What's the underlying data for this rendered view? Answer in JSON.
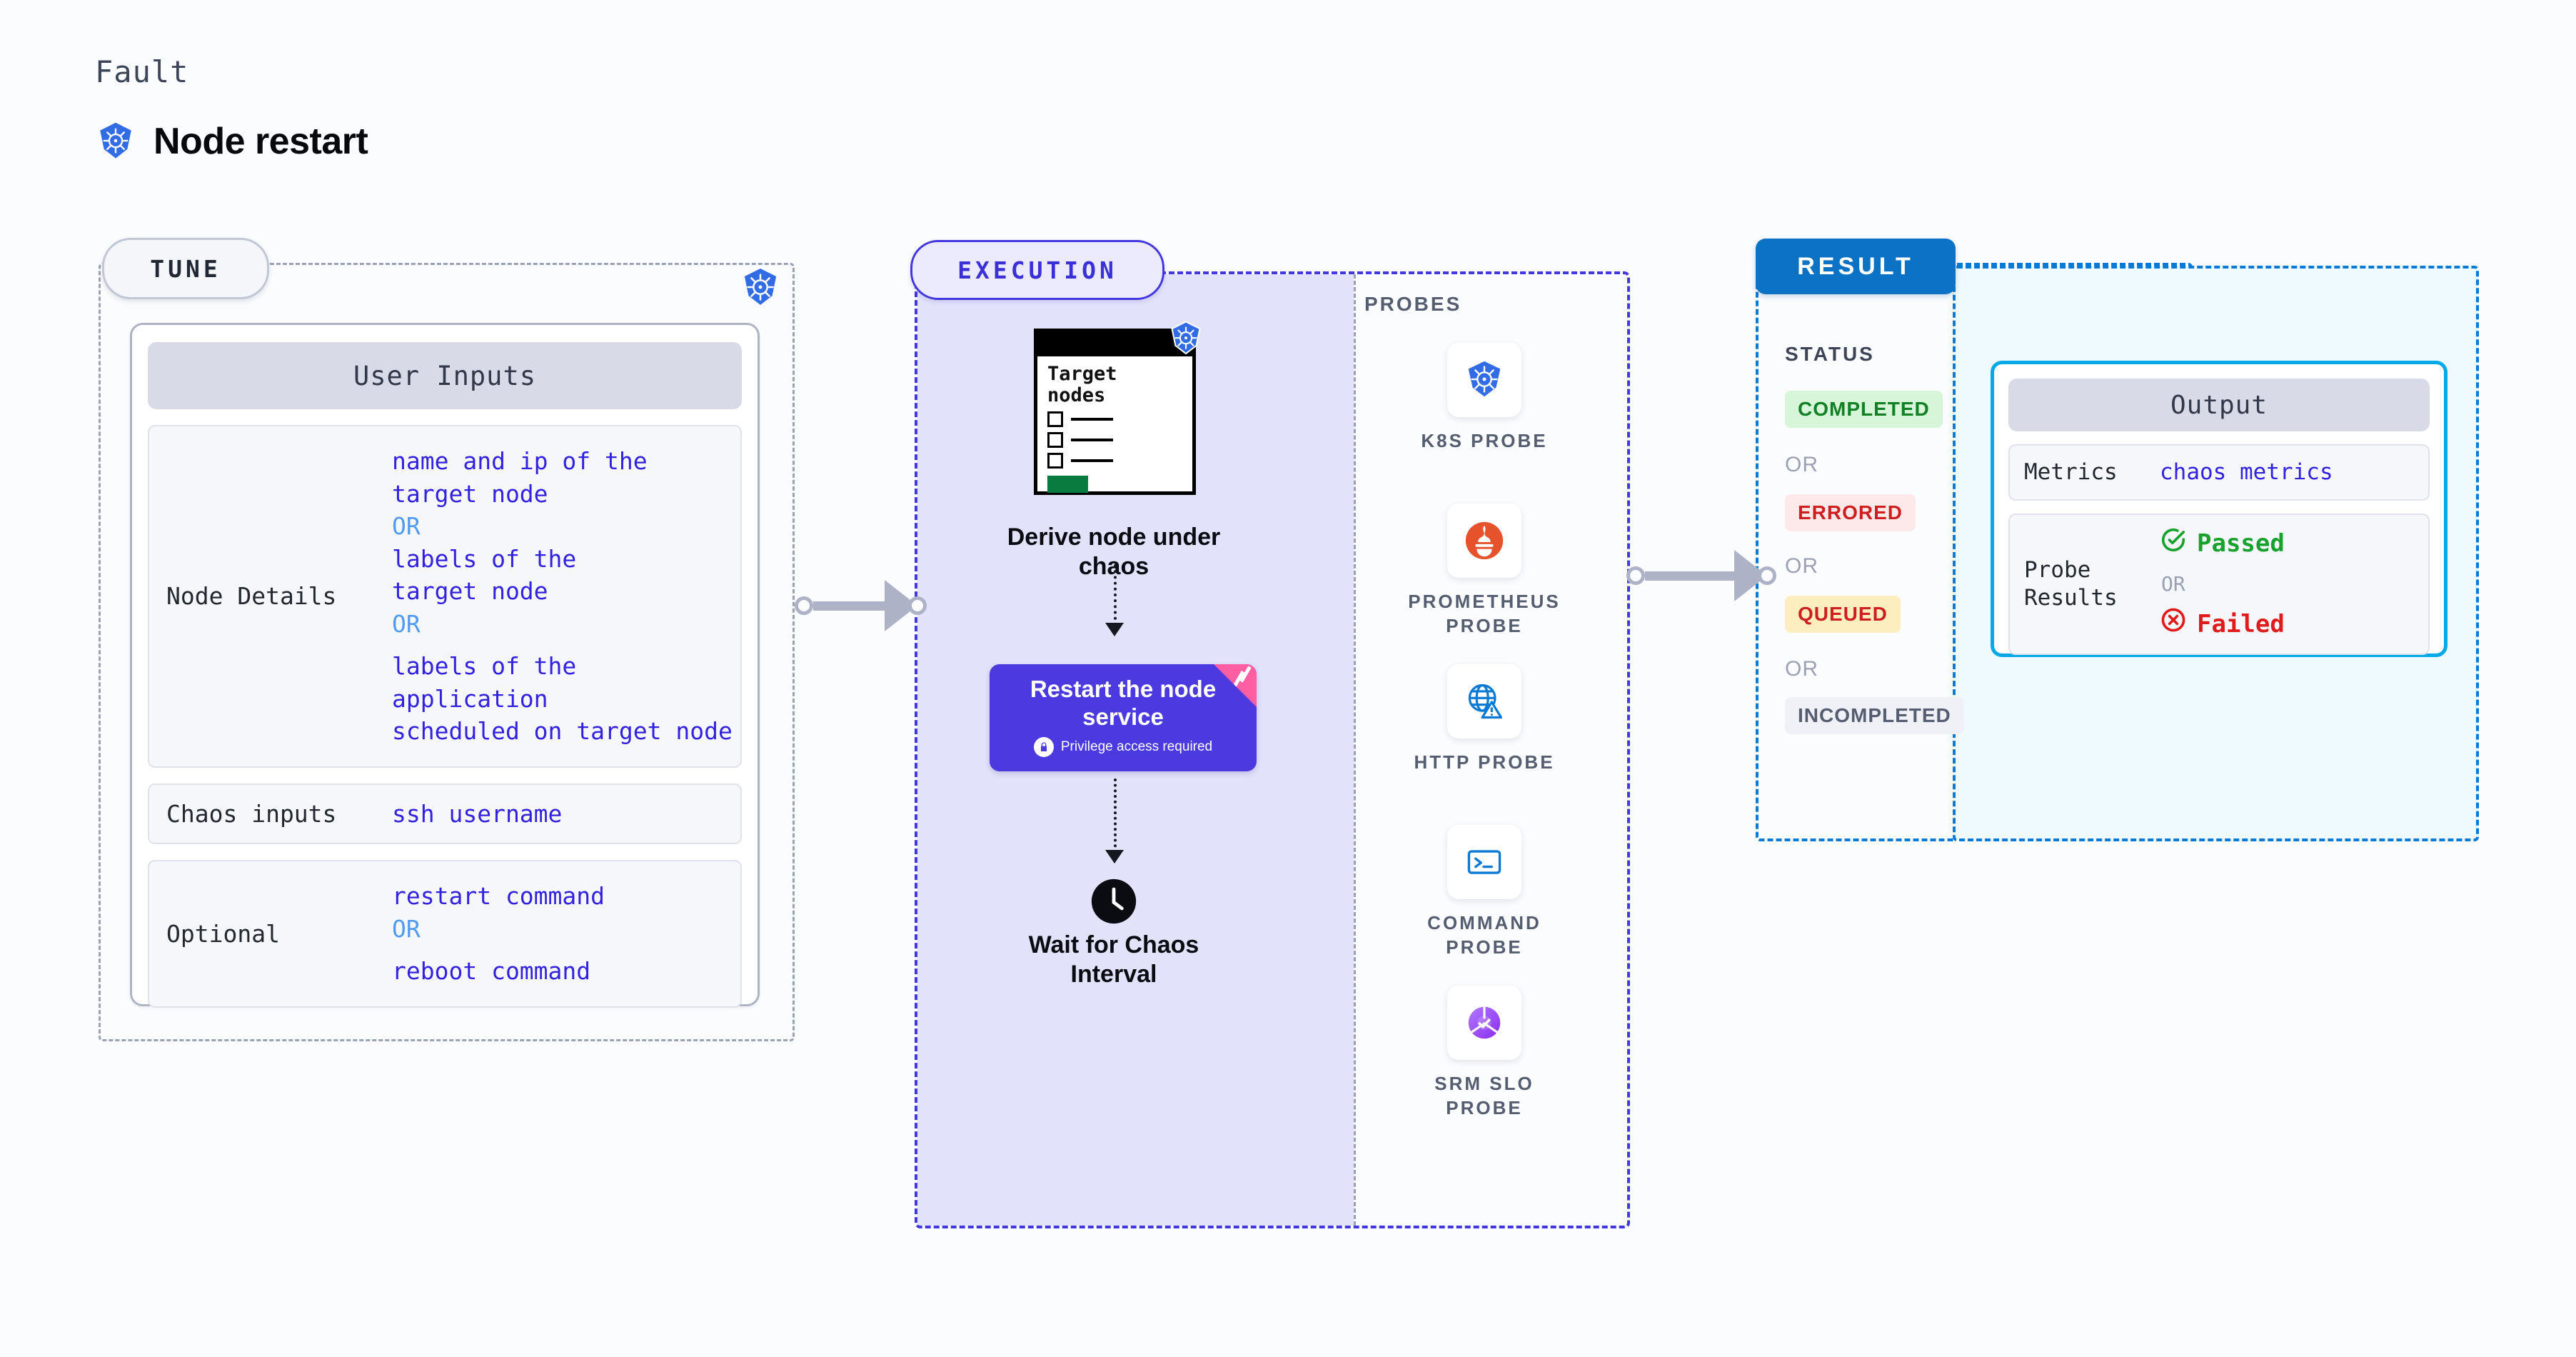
{
  "header": {
    "eyebrow": "Fault",
    "title": "Node restart",
    "icon": "kubernetes-icon"
  },
  "colors": {
    "kubernetes_blue": "#326ce5",
    "execution_purple": "#4338dd",
    "execution_fill": "#e3e2fb",
    "result_blue": "#0b72c4",
    "output_cyan": "#05a9e8",
    "value_blue": "#3322dd",
    "or_blue": "#4f9bf0",
    "passed_green": "#17a12d",
    "failed_red": "#e01b1b"
  },
  "tune": {
    "badge": "TUNE",
    "corner_icon": "kubernetes-icon",
    "card_title": "User Inputs",
    "rows": [
      {
        "key": "Node Details",
        "values": [
          {
            "text": "name and ip of the\ntarget node",
            "type": "value"
          },
          {
            "text": "OR",
            "type": "or"
          },
          {
            "text": "labels of the\ntarget node",
            "type": "value"
          },
          {
            "text": "OR",
            "type": "or"
          },
          {
            "text": "labels of the application\n scheduled on target node",
            "type": "value"
          }
        ]
      },
      {
        "key": "Chaos inputs",
        "values": [
          {
            "text": "ssh username",
            "type": "value"
          }
        ]
      },
      {
        "key": "Optional",
        "values": [
          {
            "text": "restart command",
            "type": "value"
          },
          {
            "text": "OR",
            "type": "or"
          },
          {
            "text": "reboot command",
            "type": "value"
          }
        ]
      }
    ]
  },
  "execution": {
    "badge": "EXECUTION",
    "target_window": {
      "title": "Target\nnodes",
      "icon": "kubernetes-icon",
      "checkbox_rows": 3
    },
    "steps": [
      {
        "caption": "Derive node under\nchaos"
      },
      {
        "caption": "Restart the node\nservice",
        "sub_label": "Privilege access required",
        "sub_icon": "lock-icon",
        "ribbon": "corner-ribbon"
      },
      {
        "caption": "Wait for Chaos\nInterval",
        "icon": "clock-icon"
      }
    ],
    "probes_label": "PROBES",
    "probes": [
      {
        "name": "K8S PROBE",
        "icon": "kubernetes-icon"
      },
      {
        "name": "PROMETHEUS PROBE",
        "icon": "prometheus-icon"
      },
      {
        "name": "HTTP PROBE",
        "icon": "http-globe-warning-icon"
      },
      {
        "name": "COMMAND PROBE",
        "icon": "terminal-icon"
      },
      {
        "name": "SRM SLO PROBE",
        "icon": "srm-slo-icon"
      }
    ]
  },
  "result": {
    "badge": "RESULT",
    "status_label": "STATUS",
    "or_label": "OR",
    "statuses": [
      {
        "label": "COMPLETED",
        "tone": "green"
      },
      {
        "label": "ERRORED",
        "tone": "red"
      },
      {
        "label": "QUEUED",
        "tone": "amber"
      },
      {
        "label": "INCOMPLETED",
        "tone": "grey"
      }
    ],
    "output": {
      "title": "Output",
      "rows": [
        {
          "key": "Metrics",
          "value": "chaos metrics"
        },
        {
          "key": "Probe\nResults",
          "passed": "Passed",
          "failed": "Failed",
          "or_label": "OR",
          "passed_icon": "check-circle-icon",
          "failed_icon": "x-circle-icon"
        }
      ]
    }
  }
}
